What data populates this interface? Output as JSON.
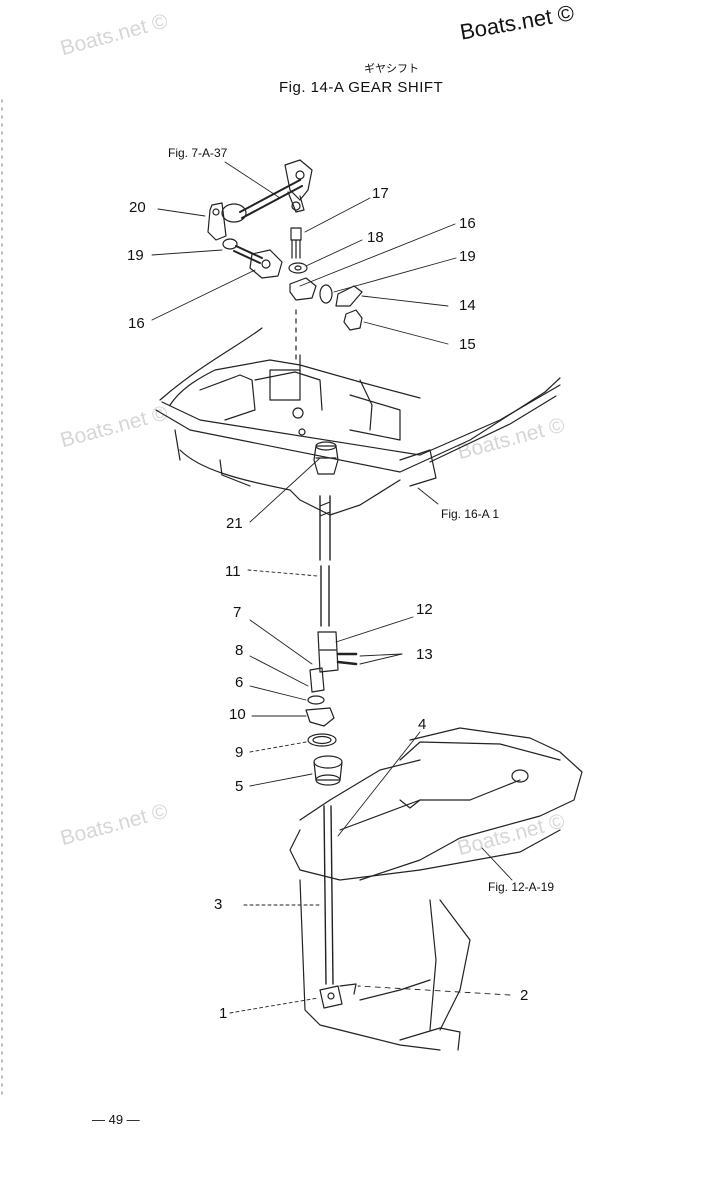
{
  "watermark": "Boats.net ©",
  "brand": "Boats.net ©",
  "header": {
    "kana": "ギヤシフト",
    "title": "Fig. 14-A   GEAR SHIFT"
  },
  "page_number": "— 49 —",
  "refs": {
    "fig_7a37": "Fig. 7-A-37",
    "fig_16a1": "Fig. 16-A 1",
    "fig_12a19": "Fig. 12-A-19"
  },
  "callouts": {
    "c1": "1",
    "c2": "2",
    "c3": "3",
    "c4": "4",
    "c5": "5",
    "c6": "6",
    "c7": "7",
    "c8": "8",
    "c9": "9",
    "c10": "10",
    "c11": "11",
    "c12": "12",
    "c13": "13",
    "c14": "14",
    "c15": "15",
    "c16a": "16",
    "c16b": "16",
    "c17": "17",
    "c18": "18",
    "c19a": "19",
    "c19b": "19",
    "c20": "20",
    "c21": "21"
  }
}
